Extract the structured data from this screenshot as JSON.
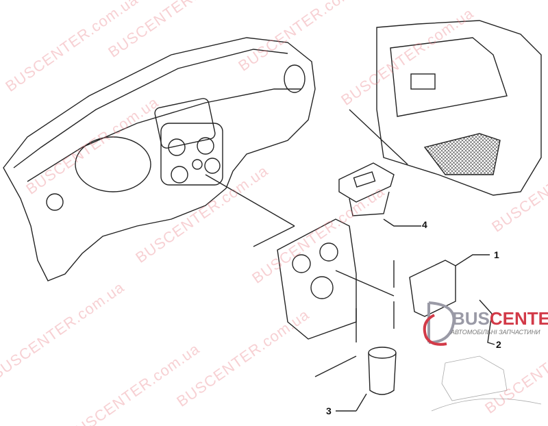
{
  "watermark": "BUSCENTER.com.ua",
  "callouts": {
    "p1": "1",
    "p2": "2",
    "p3": "3",
    "p4": "4"
  },
  "logo": {
    "name_a": "BUS",
    "name_b": "CENTER",
    "tagline": "АВТОМОБІЛЬНІ ЗАПЧАСТИНИ"
  },
  "colors": {
    "line": "#222222",
    "watermark": "#e87882",
    "logo_red": "#d23a48",
    "logo_grey": "#9a9aa6"
  }
}
